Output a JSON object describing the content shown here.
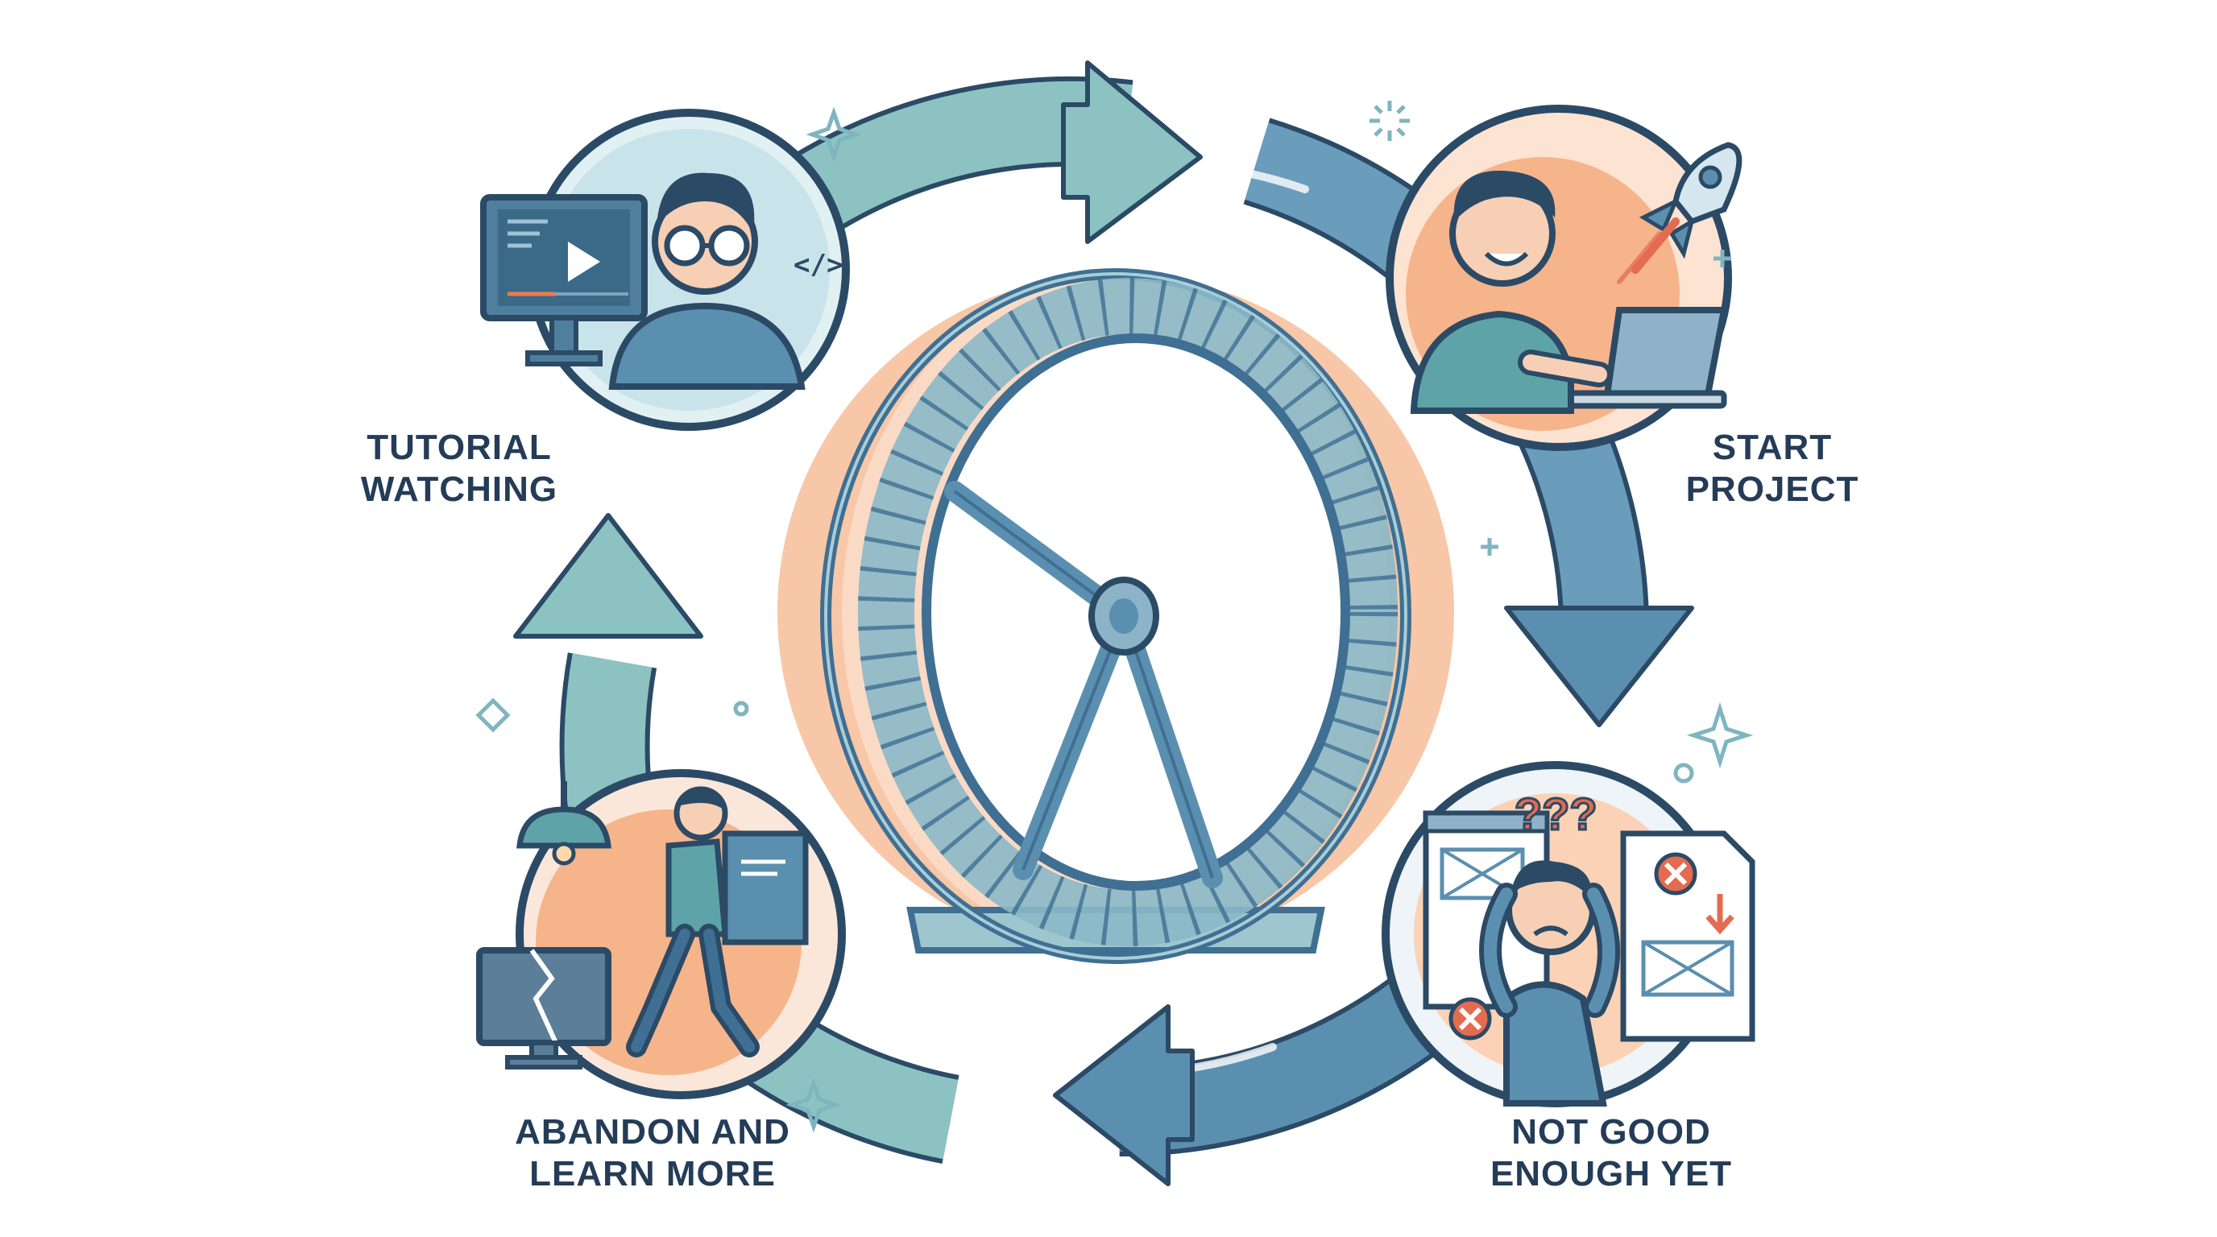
{
  "stages": [
    {
      "id": "tutorial",
      "line1": "TUTORIAL",
      "line2": "WATCHING",
      "icon": "person-watching-video-icon"
    },
    {
      "id": "start",
      "line1": "START",
      "line2": "PROJECT",
      "icon": "person-coding-rocket-icon"
    },
    {
      "id": "notgood",
      "line1": "NOT GOOD",
      "line2": "ENOUGH YET",
      "icon": "confused-person-icon"
    },
    {
      "id": "abandon",
      "line1": "ABANDON AND",
      "line2": "LEARN MORE",
      "icon": "person-walking-away-icon"
    }
  ],
  "center": {
    "icon": "hamster-wheel-icon"
  },
  "screen_code_glyph": "</>",
  "question_marks": "???",
  "colors": {
    "teal": "#86c1c0",
    "teal_dark": "#5f9aa6",
    "blue": "#5b8fb0",
    "blue_dark": "#3f6f92",
    "outline": "#2b4a66",
    "orange": "#f6b48a",
    "orange_light": "#fbd2b5",
    "red": "#e36b4f",
    "text": "#243c57"
  }
}
